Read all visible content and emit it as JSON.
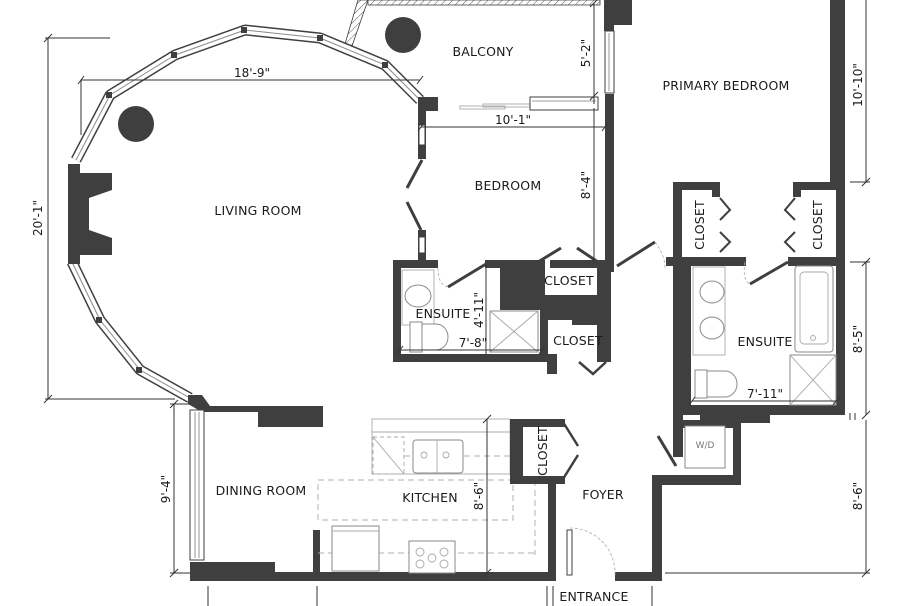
{
  "plan": {
    "wall_color": "#3f3f3f",
    "background_color": "#ffffff",
    "rooms": {
      "balcony": "BALCONY",
      "primary_bedroom": "PRIMARY BEDROOM",
      "living_room": "LIVING ROOM",
      "bedroom": "BEDROOM",
      "ensuite_1": "ENSUITE",
      "closet_bedroom_1": "CLOSET",
      "closet_bedroom_2": "CLOSET",
      "closet_primary_left": "CLOSET",
      "closet_primary_right": "CLOSET",
      "ensuite_2": "ENSUITE",
      "dining_room": "DINING ROOM",
      "kitchen": "KITCHEN",
      "closet_foyer": "CLOSET",
      "foyer": "FOYER",
      "laundry": "W/D",
      "entrance": "ENTRANCE"
    },
    "dimensions": {
      "living_room_width": "18'-9\"",
      "living_room_height": "20'-1\"",
      "balcony_depth": "5'-2\"",
      "bedroom_width": "10'-1\"",
      "bedroom_depth": "8'-4\"",
      "ensuite_1_height": "4'-11\"",
      "ensuite_1_width": "7'-8\"",
      "primary_bedroom_depth": "10'-10\"",
      "ensuite_2_height": "8'-5\"",
      "ensuite_2_width": "7'-11\"",
      "dining_room_depth": "9'-4\"",
      "kitchen_depth": "8'-6\"",
      "foyer_depth": "8'-6\""
    }
  }
}
